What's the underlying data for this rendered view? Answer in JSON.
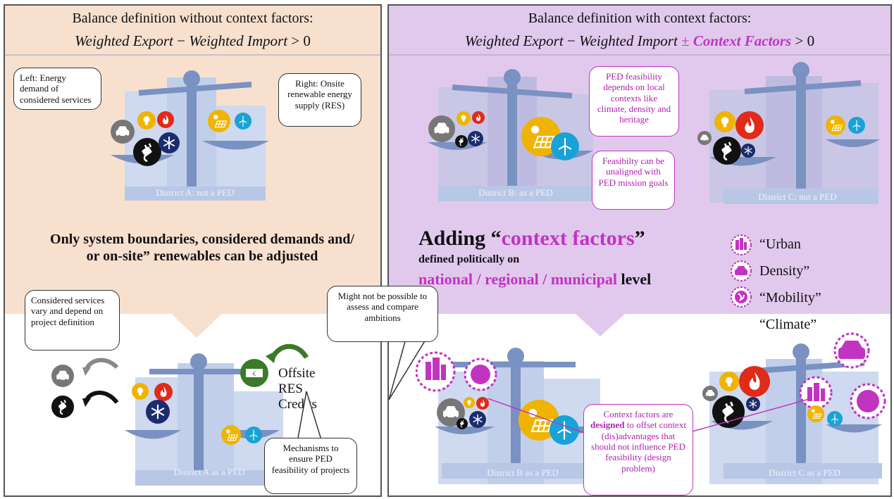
{
  "left_panel": {
    "title": "Balance definition without context factors:",
    "formula": {
      "weighted_export": "Weighted Export",
      "minus": " − ",
      "weighted_import": "Weighted Import",
      "gt": " > 0"
    },
    "callout_left": "Left: Energy demand of considered services",
    "callout_right": "Right: Onsite renewable energy supply (RES)",
    "district_top": "District A: not a PED",
    "middle_text": "Only system boundaries, considered demands and/ or on-site” renewables can be adjusted",
    "callout_services": "Considered services  vary and depend on project definition",
    "offsite_res": "Offsite RES Credits",
    "callout_mechanisms": "Mechanisms to ensure PED feasibility of projects",
    "district_bottom": "District A as  a PED"
  },
  "right_panel": {
    "title": "Balance definition with context factors:",
    "formula": {
      "weighted_export": "Weighted Export",
      "minus": " − ",
      "weighted_import": "Weighted Import",
      "pm": " ± ",
      "context": "Context Factors",
      "gt": " > 0"
    },
    "callout_feasibility": "PED feasibility depends on local contexts like climate, density and heritage",
    "callout_unaligned": "Feasibilty can be unaligned with PED mission goals",
    "district_b_top": "District B: as a PED",
    "district_c_top": "District C: not a PED",
    "adding_prefix": "Adding “",
    "adding_term": "context factors",
    "adding_suffix": "”",
    "defined_text": "defined politically on",
    "levels": "national / regional / municipal",
    "level_word": "level",
    "ctx_labels": [
      "“Urban",
      "Density”",
      "“Mobility”",
      "“Climate”"
    ],
    "callout_compare": "Might not be possible to assess and compare ambitions",
    "callout_designed_a": "Context factors are ",
    "callout_designed_b": "designed",
    "callout_designed_c": " to offset context (dis)advantages that should not influence PED feasibility (design problem)",
    "district_b_bottom": "District B as  a PED",
    "district_c_bottom": "District C as  a PED"
  },
  "colors": {
    "left_bg": "#f8e0cf",
    "right_bg": "#e1c9ee",
    "accent": "#c233c2",
    "building": "#b8c7e6",
    "scale": "#7a92c2"
  }
}
